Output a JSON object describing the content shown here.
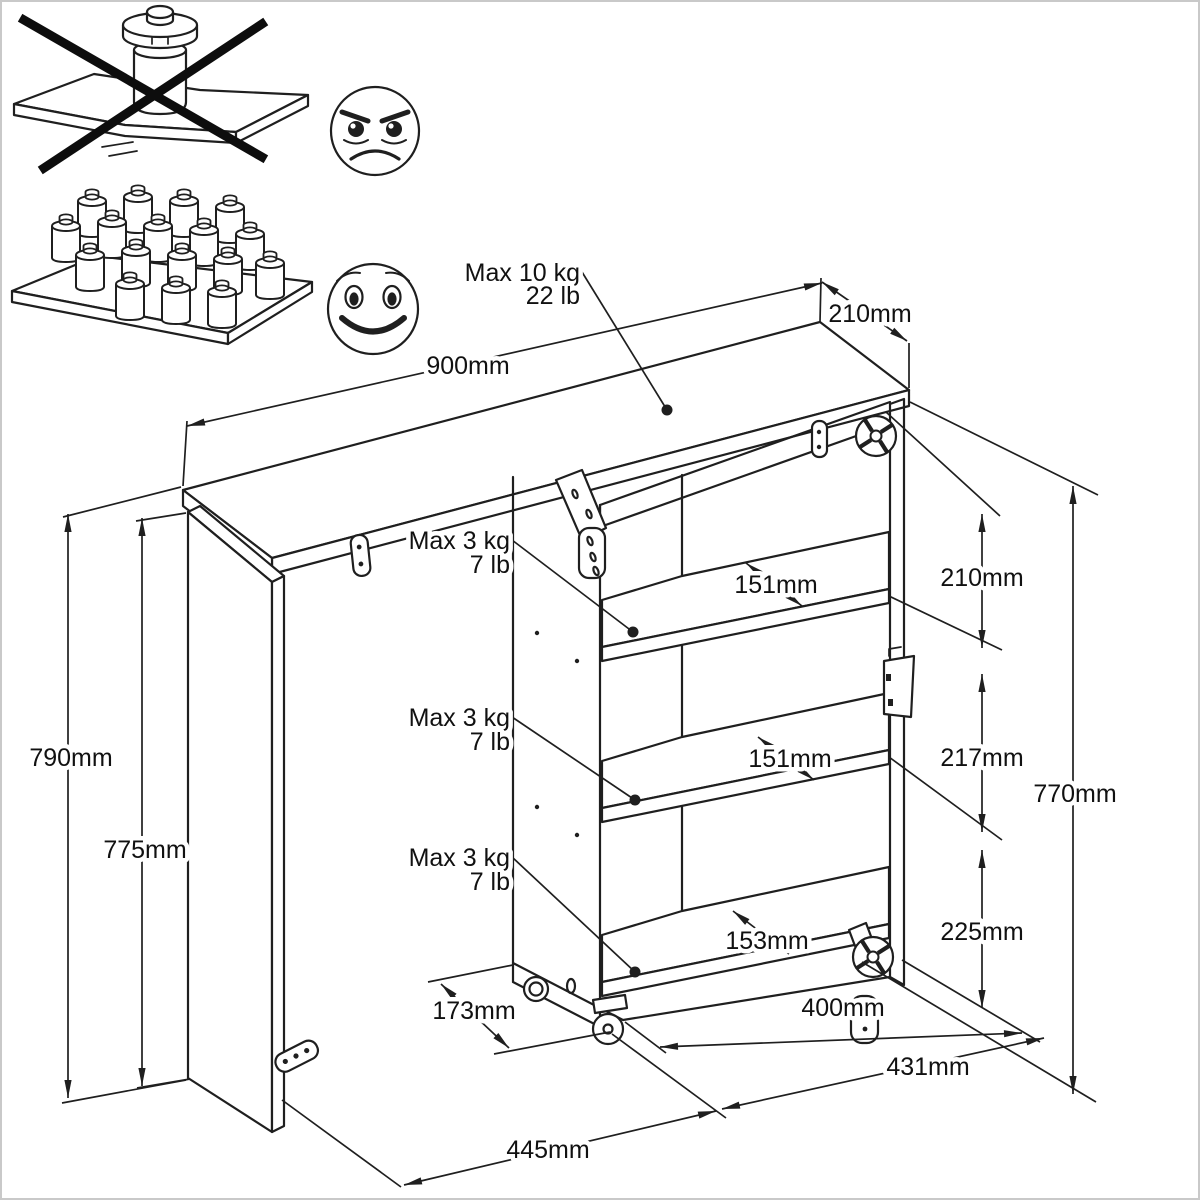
{
  "figure": {
    "type": "furniture-load-capacity-diagram",
    "background": "#ffffff",
    "ink_color": "#1f1f1f",
    "border_color": "#c9c9c9"
  },
  "icons": {
    "prohibited": "cross-x",
    "dont_face": "angry-face",
    "do_face": "smiley-face",
    "weight": "weight-can",
    "wheel": "caster-wheel"
  },
  "loads": {
    "top": {
      "line1": "Max 10 kg",
      "line2": "22 lb"
    },
    "shelf1": {
      "line1": "Max 3 kg",
      "line2": "7 lb"
    },
    "shelf2": {
      "line1": "Max 3 kg",
      "line2": "7 lb"
    },
    "shelf3": {
      "line1": "Max 3 kg",
      "line2": "7 lb"
    }
  },
  "dimensions": {
    "top_width": "900mm",
    "top_depth": "210mm",
    "shelf1_depth": "151mm",
    "shelf2_depth": "151mm",
    "shelf3_depth": "153mm",
    "space_top": "210mm",
    "space_mid": "217mm",
    "space_bottom": "225mm",
    "cabinet_height": "770mm",
    "total_height": "790mm",
    "door_height": "775mm",
    "base_offset": "173mm",
    "base_width": "400mm",
    "lower_width": "431mm",
    "bottom_overall": "445mm"
  }
}
